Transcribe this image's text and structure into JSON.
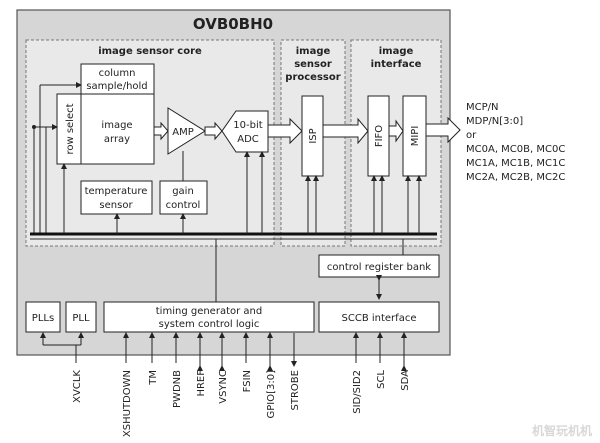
{
  "title": "OVB0BH0",
  "sections": {
    "core": "image sensor core",
    "isp_top": "image",
    "isp_mid": "sensor",
    "isp_bot": "processor",
    "iface_top": "image",
    "iface_bot": "interface"
  },
  "blocks": {
    "column_top": "column",
    "column_bot": "sample/hold",
    "row_select": "row select",
    "array_top": "image",
    "array_bot": "array",
    "amp": "AMP",
    "adc_top": "10-bit",
    "adc_bot": "ADC",
    "temp_top": "temperature",
    "temp_bot": "sensor",
    "gain_top": "gain",
    "gain_bot": "control",
    "isp": "ISP",
    "fifo": "FIFO",
    "mipi": "MIPI",
    "ctrl_bank": "control register bank",
    "plls": "PLLs",
    "pll": "PLL",
    "timing_top": "timing generator and",
    "timing_bot": "system control logic",
    "sccb": "SCCB interface"
  },
  "outputs": [
    "MCP/N",
    "MDP/N[3:0]",
    "or",
    "MC0A, MC0B, MC0C",
    "MC1A, MC1B, MC1C",
    "MC2A, MC2B, MC2C"
  ],
  "pins": [
    "XVCLK",
    "XSHUTDOWN",
    "TM",
    "PWDNB",
    "HREF",
    "VSYNC",
    "FSIN",
    "GPIO[3:0]",
    "STROBE",
    "SID/SID2",
    "SCL",
    "SDA"
  ],
  "watermark": "机智玩机机",
  "colors": {
    "outer_fill": "#d6d6d6",
    "section_fill": "#e9e9e9",
    "block_fill": "#ffffff",
    "line": "#222222"
  }
}
